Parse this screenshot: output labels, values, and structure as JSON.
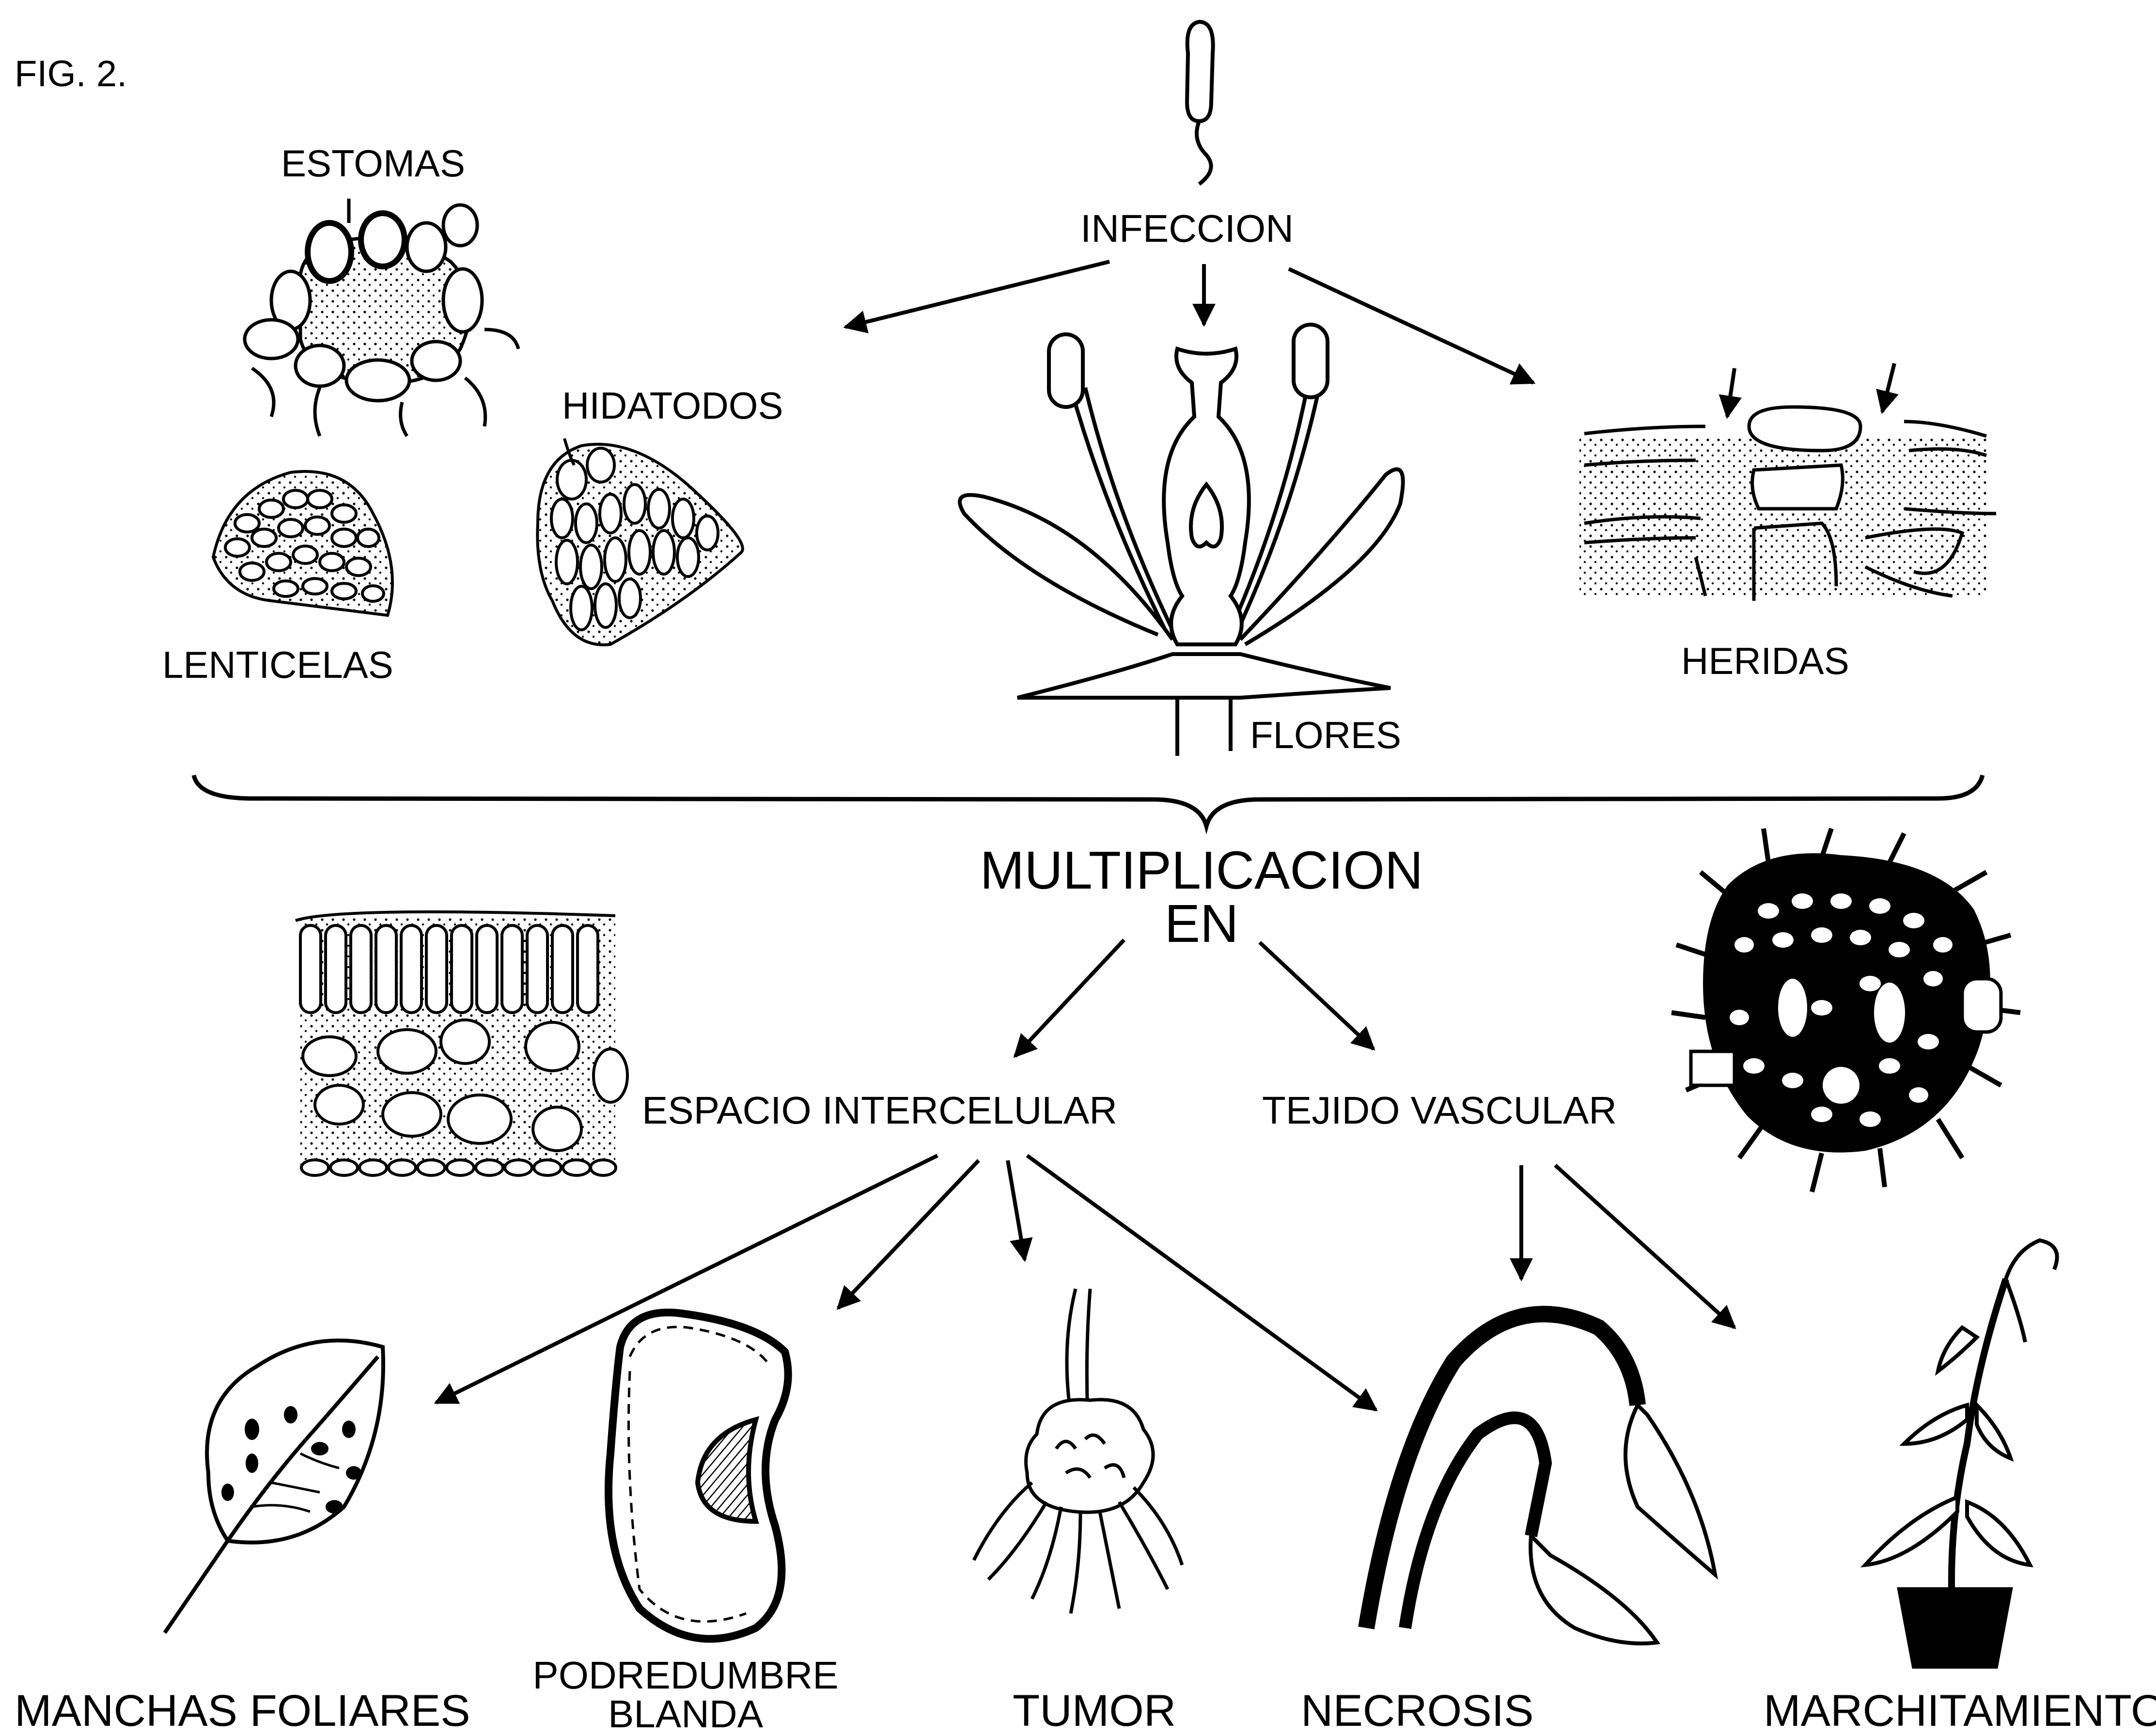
{
  "figure_label": "FIG. 2.",
  "top": {
    "infection": "INFECCION",
    "estomas": "ESTOMAS",
    "lenticelas": "LENTICELAS",
    "hidatodos": "HIDATODOS",
    "flores": "FLORES",
    "heridas": "HERIDAS"
  },
  "middle": {
    "multiplicacion": [
      "MULTIPLICACION",
      "EN"
    ],
    "espacio": "ESPACIO INTERCELULAR",
    "tejido": "TEJIDO VASCULAR"
  },
  "bottom": {
    "manchas": "MANCHAS FOLIARES",
    "podredumbre": [
      "PODREDUMBRE",
      "BLANDA"
    ],
    "tumor": "TUMOR",
    "necrosis": "NECROSIS",
    "marchitamiento": "MARCHITAMIENTO"
  }
}
